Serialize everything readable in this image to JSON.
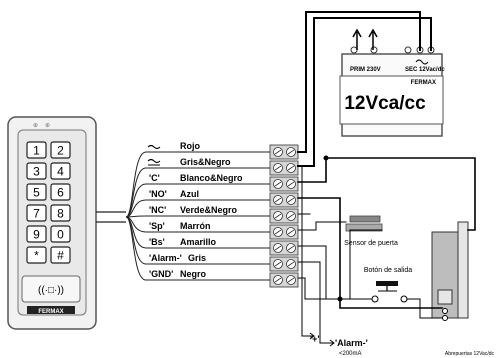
{
  "keypad": {
    "keys": [
      "1",
      "2",
      "3",
      "4",
      "5",
      "6",
      "7",
      "8",
      "9",
      "0",
      "*",
      "#"
    ],
    "reader_symbol": "((·□·))",
    "brand": "FERMAX"
  },
  "wires": [
    {
      "signal": "~",
      "color": "Rojo"
    },
    {
      "signal": "~",
      "color": "Gris&Negro"
    },
    {
      "signal": "'C'",
      "color": "Blanco&Negro"
    },
    {
      "signal": "'NO'",
      "color": "Azul"
    },
    {
      "signal": "'NC'",
      "color": "Verde&Negro"
    },
    {
      "signal": "'Sp'",
      "color": "Marrón"
    },
    {
      "signal": "'Bs'",
      "color": "Amarillo"
    },
    {
      "signal": "'Alarm-'",
      "color": "Gris"
    },
    {
      "signal": "'GND'",
      "color": "Negro"
    }
  ],
  "transformer": {
    "prim_label": "PRIM 230V",
    "sec_label": "SEC 12Vac/dc",
    "brand": "FERMAX",
    "voltage": "12Vca/cc"
  },
  "door_sensor": {
    "label": "Sensor de puerta"
  },
  "exit_button": {
    "label": "Botón de salida"
  },
  "alarm": {
    "plus": "'+'",
    "minus": "'Alarm-'",
    "current": "<200mA"
  },
  "lock": {
    "label": "Abrepuertas 12Vac/dc"
  }
}
